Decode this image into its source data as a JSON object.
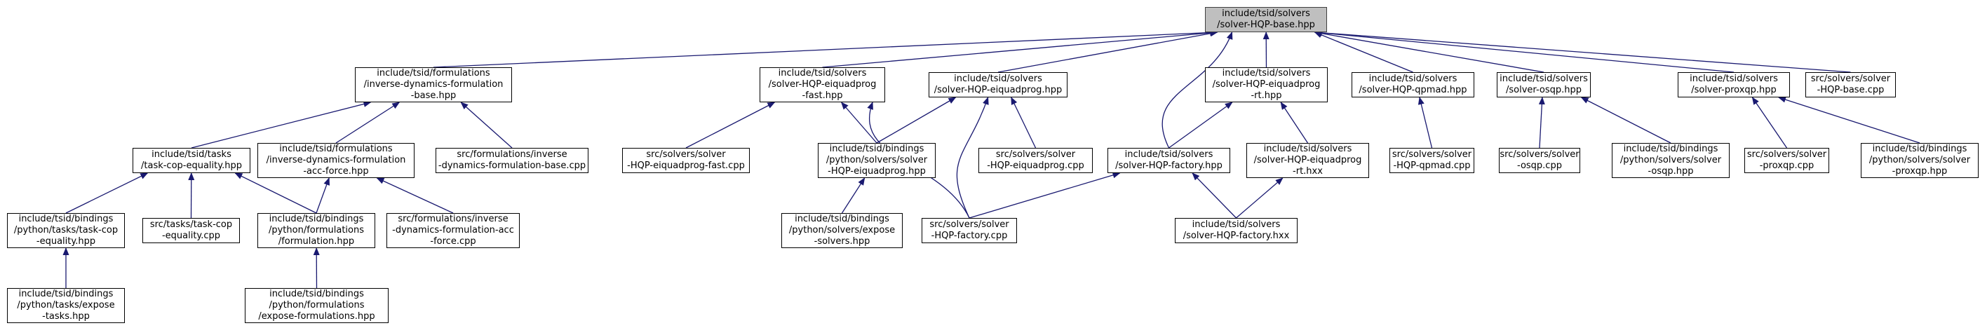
{
  "graph": {
    "nodes": [
      {
        "id": "root",
        "lines": [
          "include/tsid/solvers",
          "/solver-HQP-base.hpp"
        ],
        "root": true
      },
      {
        "id": "idf_base",
        "lines": [
          "include/tsid/formulations",
          "/inverse-dynamics-formulation",
          "-base.hpp"
        ]
      },
      {
        "id": "eiq_fast",
        "lines": [
          "include/tsid/solvers",
          "/solver-HQP-eiquadprog",
          "-fast.hpp"
        ]
      },
      {
        "id": "eiq",
        "lines": [
          "include/tsid/solvers",
          "/solver-HQP-eiquadprog.hpp"
        ]
      },
      {
        "id": "eiq_rt",
        "lines": [
          "include/tsid/solvers",
          "/solver-HQP-eiquadprog",
          "-rt.hpp"
        ]
      },
      {
        "id": "qpmad",
        "lines": [
          "include/tsid/solvers",
          "/solver-HQP-qpmad.hpp"
        ]
      },
      {
        "id": "osqp",
        "lines": [
          "include/tsid/solvers",
          "/solver-osqp.hpp"
        ]
      },
      {
        "id": "proxqp",
        "lines": [
          "include/tsid/solvers",
          "/solver-proxqp.hpp"
        ]
      },
      {
        "id": "base_cpp",
        "lines": [
          "src/solvers/solver",
          "-HQP-base.cpp"
        ]
      },
      {
        "id": "task_cop",
        "lines": [
          "include/tsid/tasks",
          "/task-cop-equality.hpp"
        ]
      },
      {
        "id": "idf_acc",
        "lines": [
          "include/tsid/formulations",
          "/inverse-dynamics-formulation",
          "-acc-force.hpp"
        ]
      },
      {
        "id": "idf_base_cpp",
        "lines": [
          "src/formulations/inverse",
          "-dynamics-formulation-base.cpp"
        ]
      },
      {
        "id": "eiq_fast_cpp",
        "lines": [
          "src/solvers/solver",
          "-HQP-eiquadprog-fast.cpp"
        ]
      },
      {
        "id": "bind_eiq",
        "lines": [
          "include/tsid/bindings",
          "/python/solvers/solver",
          "-HQP-eiquadprog.hpp"
        ]
      },
      {
        "id": "eiq_cpp",
        "lines": [
          "src/solvers/solver",
          "-HQP-eiquadprog.cpp"
        ]
      },
      {
        "id": "factory",
        "lines": [
          "include/tsid/solvers",
          "/solver-HQP-factory.hpp"
        ]
      },
      {
        "id": "eiq_rt_hxx",
        "lines": [
          "include/tsid/solvers",
          "/solver-HQP-eiquadprog",
          "-rt.hxx"
        ]
      },
      {
        "id": "qpmad_cpp",
        "lines": [
          "src/solvers/solver",
          "-HQP-qpmad.cpp"
        ]
      },
      {
        "id": "osqp_cpp",
        "lines": [
          "src/solvers/solver",
          "-osqp.cpp"
        ]
      },
      {
        "id": "bind_osqp",
        "lines": [
          "include/tsid/bindings",
          "/python/solvers/solver",
          "-osqp.hpp"
        ]
      },
      {
        "id": "proxqp_cpp",
        "lines": [
          "src/solvers/solver",
          "-proxqp.cpp"
        ]
      },
      {
        "id": "bind_proxqp",
        "lines": [
          "include/tsid/bindings",
          "/python/solvers/solver",
          "-proxqp.hpp"
        ]
      },
      {
        "id": "bind_task_cop",
        "lines": [
          "include/tsid/bindings",
          "/python/tasks/task-cop",
          "-equality.hpp"
        ]
      },
      {
        "id": "task_cop_cpp",
        "lines": [
          "src/tasks/task-cop",
          "-equality.cpp"
        ]
      },
      {
        "id": "bind_form",
        "lines": [
          "include/tsid/bindings",
          "/python/formulations",
          "/formulation.hpp"
        ]
      },
      {
        "id": "idf_acc_cpp",
        "lines": [
          "src/formulations/inverse",
          "-dynamics-formulation-acc",
          "-force.cpp"
        ]
      },
      {
        "id": "expose_solvers",
        "lines": [
          "include/tsid/bindings",
          "/python/solvers/expose",
          "-solvers.hpp"
        ]
      },
      {
        "id": "factory_cpp",
        "lines": [
          "src/solvers/solver",
          "-HQP-factory.cpp"
        ]
      },
      {
        "id": "factory_hxx",
        "lines": [
          "include/tsid/solvers",
          "/solver-HQP-factory.hxx"
        ]
      },
      {
        "id": "expose_tasks",
        "lines": [
          "include/tsid/bindings",
          "/python/tasks/expose",
          "-tasks.hpp"
        ]
      },
      {
        "id": "expose_form",
        "lines": [
          "include/tsid/bindings",
          "/python/formulations",
          "/expose-formulations.hpp"
        ]
      }
    ],
    "edges": [
      [
        "idf_base",
        "root"
      ],
      [
        "eiq_fast",
        "root"
      ],
      [
        "eiq",
        "root"
      ],
      [
        "factory",
        "root"
      ],
      [
        "eiq_rt",
        "root"
      ],
      [
        "qpmad",
        "root"
      ],
      [
        "osqp",
        "root"
      ],
      [
        "proxqp",
        "root"
      ],
      [
        "base_cpp",
        "root"
      ],
      [
        "task_cop",
        "idf_base"
      ],
      [
        "idf_acc",
        "idf_base"
      ],
      [
        "idf_base_cpp",
        "idf_base"
      ],
      [
        "eiq_fast_cpp",
        "eiq_fast"
      ],
      [
        "bind_eiq",
        "eiq_fast"
      ],
      [
        "factory_cpp",
        "eiq_fast"
      ],
      [
        "bind_eiq",
        "eiq"
      ],
      [
        "eiq_cpp",
        "eiq"
      ],
      [
        "factory_cpp",
        "eiq"
      ],
      [
        "factory",
        "eiq_rt"
      ],
      [
        "eiq_rt_hxx",
        "eiq_rt"
      ],
      [
        "qpmad_cpp",
        "qpmad"
      ],
      [
        "osqp_cpp",
        "osqp"
      ],
      [
        "bind_osqp",
        "osqp"
      ],
      [
        "proxqp_cpp",
        "proxqp"
      ],
      [
        "bind_proxqp",
        "proxqp"
      ],
      [
        "bind_task_cop",
        "task_cop"
      ],
      [
        "task_cop_cpp",
        "task_cop"
      ],
      [
        "bind_form",
        "task_cop"
      ],
      [
        "bind_form",
        "idf_acc"
      ],
      [
        "idf_acc_cpp",
        "idf_acc"
      ],
      [
        "expose_solvers",
        "bind_eiq"
      ],
      [
        "factory_cpp",
        "factory"
      ],
      [
        "factory_hxx",
        "factory"
      ],
      [
        "factory_hxx",
        "eiq_rt_hxx"
      ],
      [
        "expose_tasks",
        "bind_task_cop"
      ],
      [
        "expose_form",
        "bind_form"
      ]
    ]
  },
  "colors": {
    "edge": "#191970",
    "root_fill": "#bfbfbf",
    "node_border": "#000000"
  }
}
